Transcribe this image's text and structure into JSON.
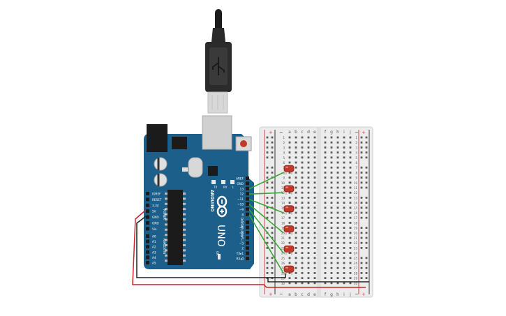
{
  "arduino": {
    "brand": "ARDUINO",
    "model": "UNO",
    "on_label": "ON",
    "tx_label": "TX",
    "rx_label": "RX",
    "l_label": "L",
    "power_section": "POWER",
    "analog_section": "ANALOG IN",
    "digital_section": "DIGITAL (PWM ~)",
    "power_pins": [
      "IOREF",
      "RESET",
      "3.3V",
      "5V",
      "GND",
      "GND",
      "Vin"
    ],
    "analog_pins": [
      "A0",
      "A1",
      "A2",
      "A3",
      "A4",
      "A5"
    ],
    "digital_top_pins": [
      "AREF",
      "GND",
      "13",
      "12",
      "~11",
      "~10",
      "~9",
      "8"
    ],
    "digital_bottom_pins": [
      "7",
      "~6",
      "~5",
      "4",
      "~3",
      "2",
      "TX▸1",
      "RX◂0"
    ]
  },
  "breadboard": {
    "columns_left": [
      "a",
      "b",
      "c",
      "d",
      "e"
    ],
    "columns_right": [
      "f",
      "g",
      "h",
      "i",
      "j"
    ],
    "rail_plus": "+",
    "rail_minus": "−",
    "row_count": 30
  },
  "leds": [
    {
      "color": "#c0392b"
    },
    {
      "color": "#c0392b"
    },
    {
      "color": "#c0392b"
    },
    {
      "color": "#c0392b"
    },
    {
      "color": "#c0392b"
    },
    {
      "color": "#c0392b"
    }
  ],
  "wires": {
    "signal_color": "#3aa535",
    "power_color": "#d0202a",
    "ground_color": "#222222"
  }
}
